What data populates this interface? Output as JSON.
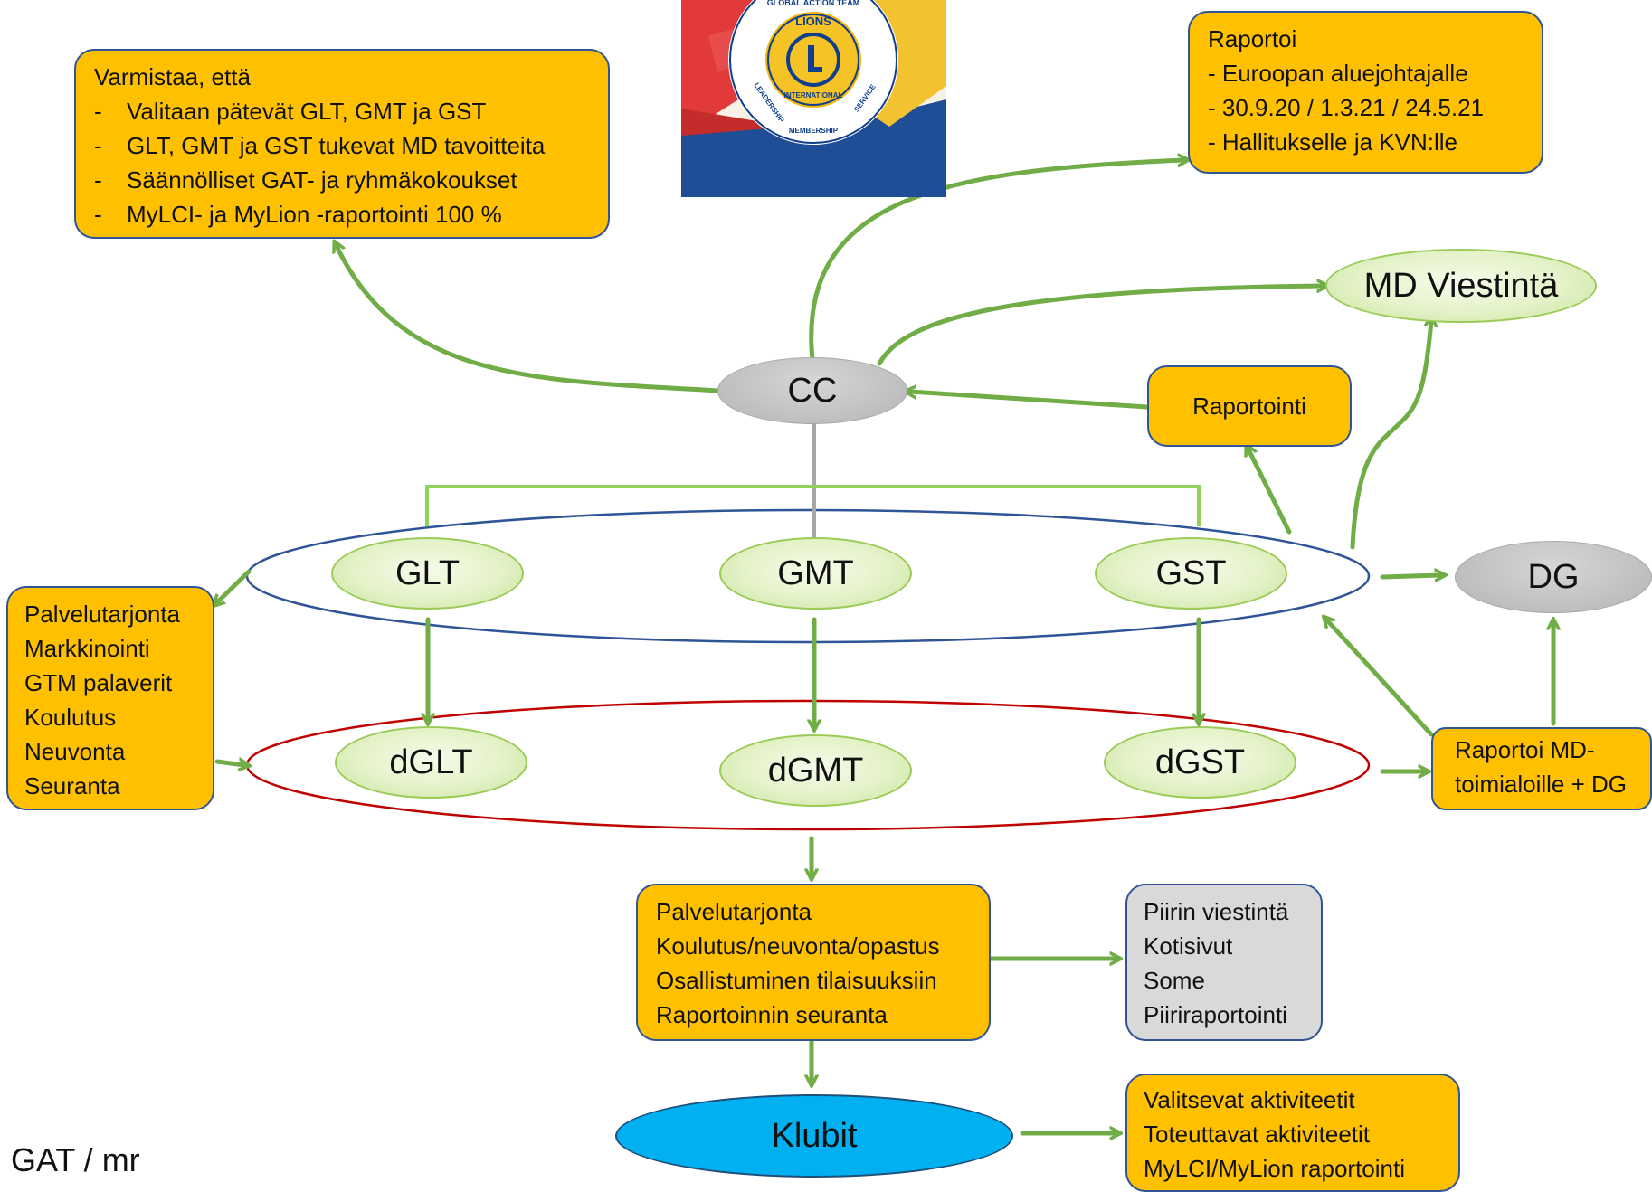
{
  "logo": {
    "name": "lions-international-logo",
    "ring_top_text": "GLOBAL ACTION TEAM",
    "ring_left_text": "LEADERSHIP",
    "ring_middle_text": "MEMBERSHIP",
    "ring_right_text": "SERVICE",
    "emblem_text_top": "LIONS",
    "emblem_letter": "L",
    "emblem_text_bottom": "INTERNATIONAL"
  },
  "boxes": {
    "ensure": {
      "title": "Varmistaa, että",
      "items": [
        "Valitaan pätevät GLT, GMT ja GST",
        "GLT, GMT ja GST tukevat MD tavoitteita",
        "Säännölliset GAT- ja ryhmäkokoukset",
        "MyLCI- ja MyLion -raportointi 100 %"
      ]
    },
    "report_top": {
      "lines": [
        "Raportoi",
        "- Euroopan aluejohtajalle",
        "- 30.9.20 / 1.3.21 / 24.5.21",
        "- Hallitukselle ja KVN:lle"
      ]
    },
    "raportointi": {
      "lines": [
        "Raportointi"
      ]
    },
    "left_tasks": {
      "lines": [
        "Palvelutarjonta",
        "Markkinointi",
        "GTM palaverit",
        "Koulutus",
        "Neuvonta",
        "Seuranta"
      ]
    },
    "report_md": {
      "lines": [
        "Raportoi MD-",
        "toimialoille + DG"
      ]
    },
    "services": {
      "lines": [
        "Palvelutarjonta",
        "Koulutus/neuvonta/opastus",
        "Osallistuminen tilaisuuksiin",
        "Raportoinnin seuranta"
      ]
    },
    "district": {
      "lines": [
        "Piirin viestintä",
        "Kotisivut",
        "Some",
        "Piiriraportointi"
      ]
    },
    "clubs_tasks": {
      "lines": [
        "Valitsevat aktiviteetit",
        "Toteuttavat aktiviteetit",
        "MyLCI/MyLion raportointi"
      ]
    }
  },
  "nodes": {
    "cc": "CC",
    "md_viestinta": "MD Viestintä",
    "glt": "GLT",
    "gmt": "GMT",
    "gst": "GST",
    "dg": "DG",
    "dglt": "dGLT",
    "dgmt": "dGMT",
    "dgst": "dGST",
    "klubit": "Klubit"
  },
  "footer": "GAT / mr",
  "colors": {
    "box_fill": "#FFC000",
    "box_border": "#2F5597",
    "arrow_green": "#70AD47",
    "pill_green": "#E2F0D9",
    "node_gray": "#BFBFBF",
    "klubit_blue": "#00B0F0",
    "outer_ring_blue": "#2F5597",
    "outer_ring_red": "#C00000"
  }
}
